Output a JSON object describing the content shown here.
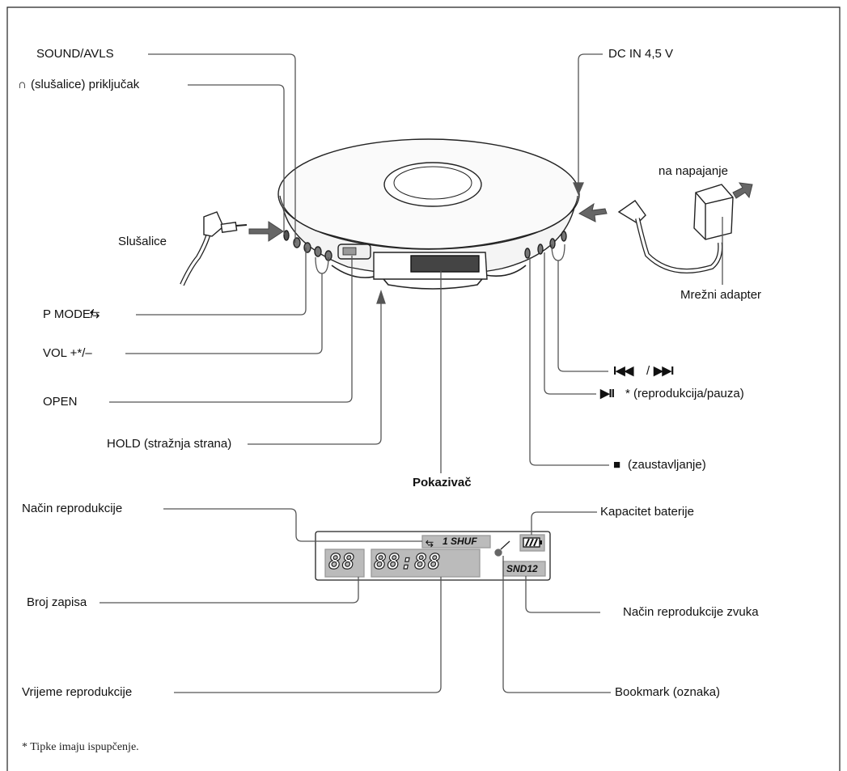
{
  "labels": {
    "sound_avls": "SOUND/AVLS",
    "headphone_jack": "(slušalice) priključak",
    "headphone_symbol": "∩",
    "slusalice": "Slušalice",
    "p_mode": "P MODE/",
    "p_mode_icon": "repeat-arrow-icon",
    "vol": "VOL +*/–",
    "open": "OPEN",
    "hold": "HOLD (stražnja strana)",
    "pokazivac": "Pokazivač",
    "dc_in": "DC IN 4,5 V",
    "na_napajanje": "na napajanje",
    "mrezni_adapter": "Mrežni adapter",
    "skip_buttons": "◀◀ / ▶▶▌",
    "skip_prev_symbol": "I◀◀",
    "skip_next_symbol": "▶▶I",
    "play_pause_symbol": "▶II",
    "play_pause": "* (reprodukcija/pauza)",
    "stop_symbol": "■",
    "stop": "(zaustavljanje)",
    "nacin_reprodukcije": "Način reprodukcije",
    "kapacitet_baterije": "Kapacitet baterije",
    "broj_zapisa": "Broj zapisa",
    "nacin_reprodukcije_zvuka": "Način reprodukcije zvuka",
    "vrijeme_reprodukcije": "Vrijeme reprodukcije",
    "bookmark": "Bookmark (oznaka)"
  },
  "lcd": {
    "track_digits": "88",
    "time_digits": "88:88",
    "mode_text": "1 SHUF",
    "sound_text": "SND12"
  },
  "footnote": "* Tipke imaju ispupčenje."
}
